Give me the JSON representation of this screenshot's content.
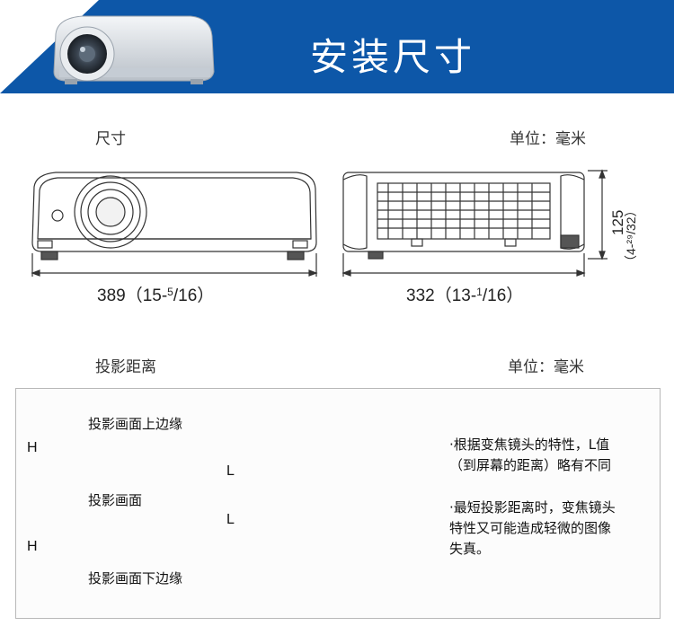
{
  "header": {
    "title": "安装尺寸"
  },
  "section_dimensions": {
    "label": "尺寸",
    "unit": "单位：毫米",
    "width_value": "389（15-",
    "width_frac": "5",
    "width_rest": "/16）",
    "depth_value": "332（13-",
    "depth_frac": "1",
    "depth_rest": "/16）",
    "height_value": "125",
    "height_inch": "（4-²⁹/32）"
  },
  "section_throw": {
    "label": "投影距离",
    "unit": "单位：毫米",
    "top_edge": "投影画面上边缘",
    "screen": "投影画面",
    "bottom_edge": "投影画面下边缘",
    "h_label": "H",
    "l_label": "L",
    "notes": [
      "根据变焦镜头的特性，L值（到屏幕的距离）略有不同",
      "最短投影距离时，变焦镜头特性又可能造成轻微的图像失真。"
    ],
    "note_lines": [
      "·根据变焦镜头的特性，L值",
      "（到屏幕的距离）略有不同",
      "·最短投影距离时，变焦镜头",
      "特性又可能造成轻微的图像",
      "失真。"
    ]
  }
}
